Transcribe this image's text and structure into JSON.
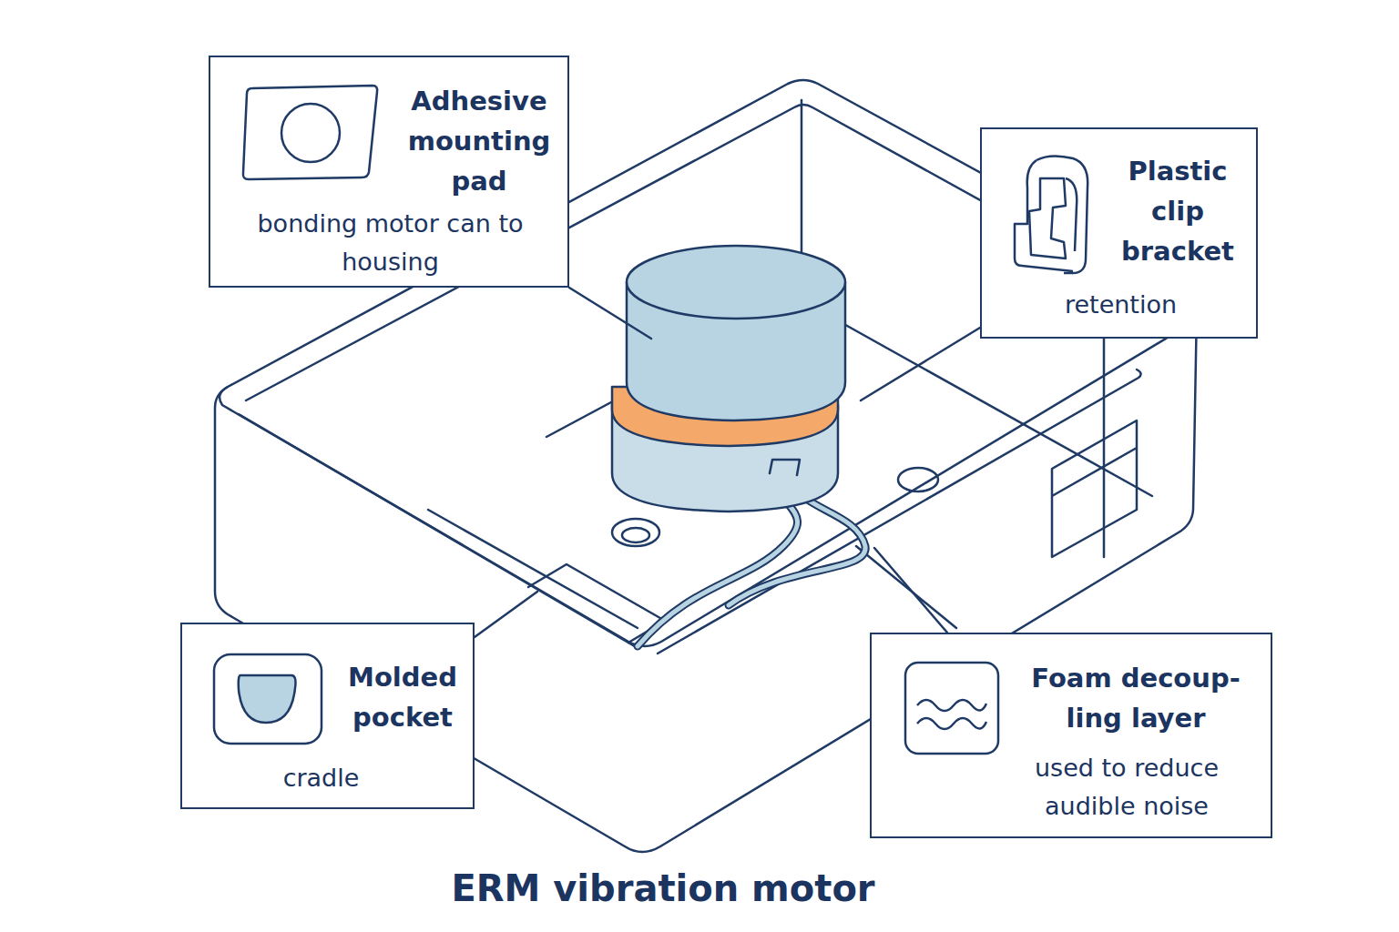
{
  "diagram": {
    "title": "ERM vibration motor",
    "nodes": [
      {
        "text": [
          "Adhesive mounting pad",
          "bonding motor can to housing"
        ]
      },
      {
        "text": [
          "Plastic clip bracket",
          "retention"
        ]
      },
      {
        "text": [
          "Molded pocket",
          "cradle"
        ]
      },
      {
        "text": [
          "Foam decoup- ling layer",
          "used to reduce audible noise"
        ]
      }
    ]
  }
}
